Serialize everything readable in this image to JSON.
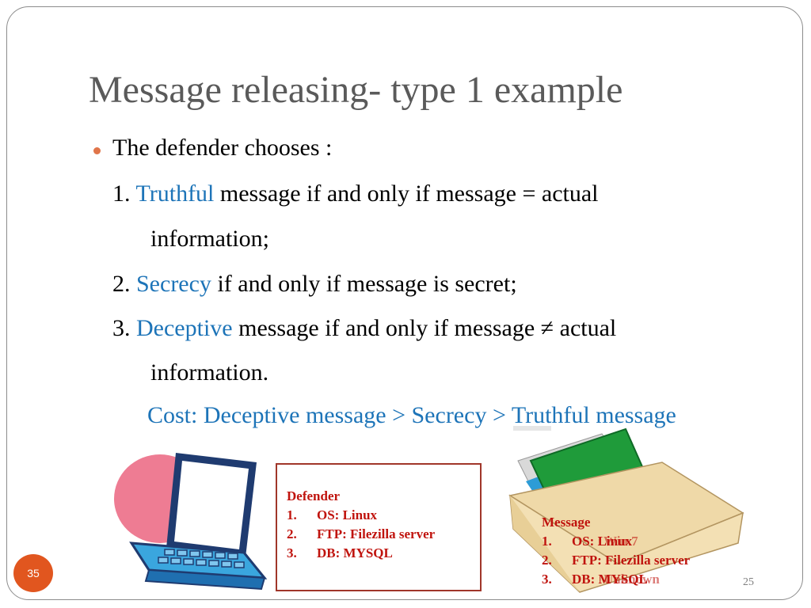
{
  "slide": {
    "title": "Message releasing- type 1 example",
    "intro": "The defender chooses :",
    "items": [
      {
        "num": "1.",
        "keyword": "Truthful",
        "rest": " message if and only if message = actual",
        "cont": "information;"
      },
      {
        "num": "2.",
        "keyword": "Secrecy",
        "rest": " if and only if message is secret;"
      },
      {
        "num": "3.",
        "keyword": "Deceptive",
        "rest": " message if and only if message ≠ actual",
        "cont": "information."
      }
    ],
    "cost": "Cost: Deceptive message > Secrecy > Truthful message"
  },
  "defender_box": {
    "heading": "Defender",
    "rows": [
      {
        "num": "1.",
        "text": "OS: Linux"
      },
      {
        "num": "2.",
        "text": "FTP: Filezilla server"
      },
      {
        "num": "3.",
        "text": "DB: MYSQL"
      }
    ]
  },
  "message_box": {
    "heading": "Message",
    "rows": [
      {
        "num": "1.",
        "text": "OS: Linux",
        "overlap": "Win 7"
      },
      {
        "num": "2.",
        "text": "FTP: Filezilla server",
        "overlap": ""
      },
      {
        "num": "3.",
        "text": "DB: MYSQL",
        "overlap": "Unknown"
      }
    ]
  },
  "page_badge": "35",
  "slide_number": "25",
  "colors": {
    "accent_blue": "#1d74b8",
    "red_text": "#c0140e",
    "badge": "#e1561f"
  },
  "icons": [
    "laptop-clipart",
    "envelope-clipart"
  ]
}
